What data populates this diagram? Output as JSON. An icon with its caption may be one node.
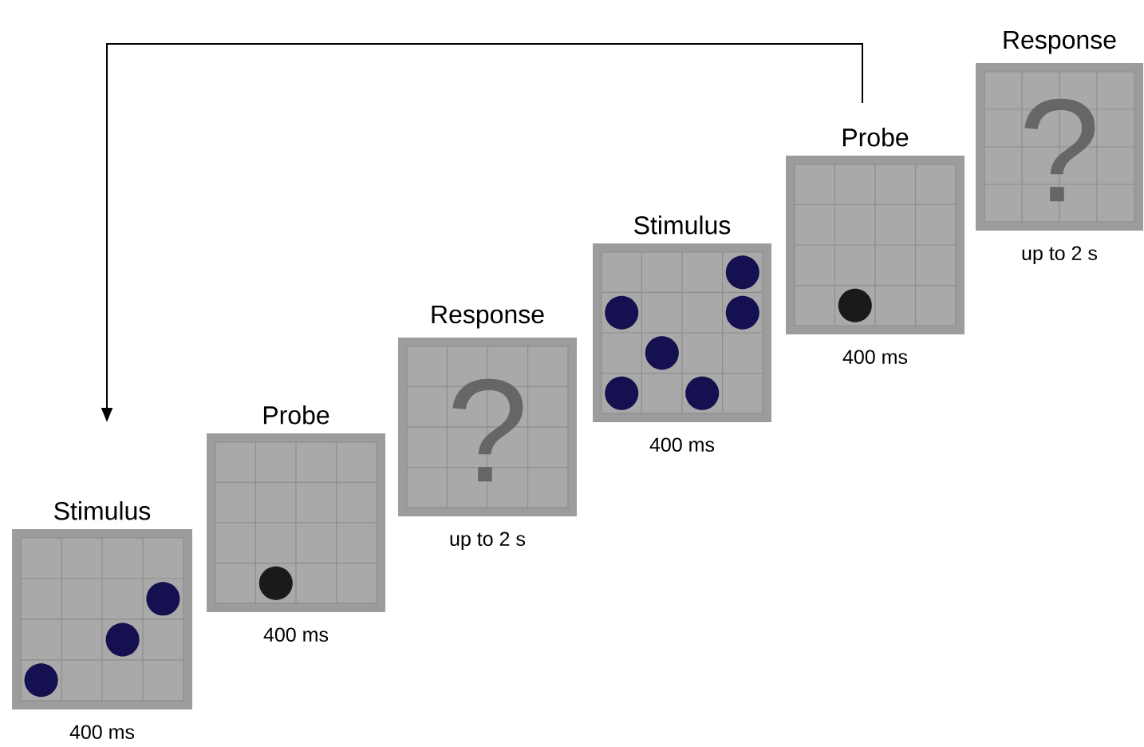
{
  "diagram": {
    "nodes": [
      {
        "text": [
          "Stimulus"
        ],
        "beside": [
          "400 ms"
        ]
      },
      {
        "text": [
          "Probe"
        ],
        "beside": [
          "400 ms"
        ]
      },
      {
        "text": [
          "Response",
          "?"
        ],
        "beside": [
          "up to 2 s"
        ]
      },
      {
        "text": [
          "Stimulus"
        ],
        "beside": [
          "400 ms"
        ]
      },
      {
        "text": [
          "Probe"
        ],
        "beside": [
          "400 ms"
        ]
      },
      {
        "text": [
          "Response",
          "?"
        ],
        "beside": [
          "up to 2 s"
        ]
      }
    ],
    "edges": [
      {
        "from": 4,
        "to": 0,
        "arrow": "to"
      }
    ]
  }
}
